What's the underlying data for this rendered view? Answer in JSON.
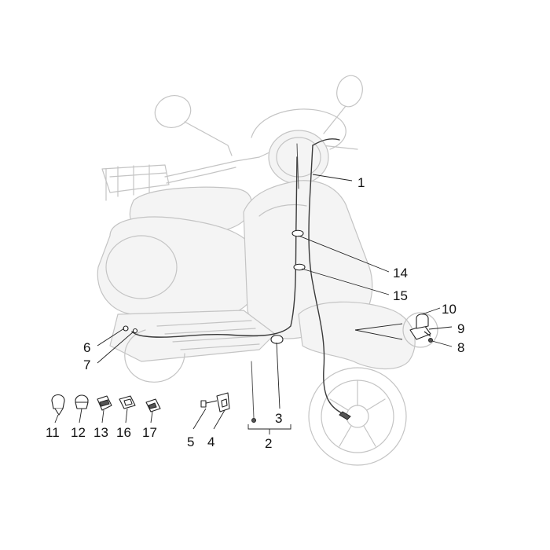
{
  "callouts": {
    "c1": "1",
    "c2": "2",
    "c3": "3",
    "c4": "4",
    "c5": "5",
    "c6": "6",
    "c7": "7",
    "c8": "8",
    "c9": "9",
    "c10": "10",
    "c11": "11",
    "c12": "12",
    "c13": "13",
    "c14": "14",
    "c15": "15",
    "c16": "16",
    "c17": "17"
  },
  "colors": {
    "ghost_outline": "#c4c4c4",
    "cable": "#3a3a3a",
    "label": "#111111"
  }
}
